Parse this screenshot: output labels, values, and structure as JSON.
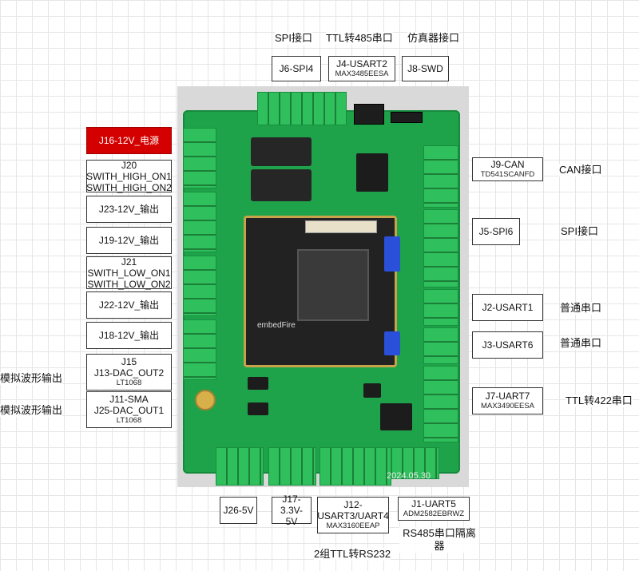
{
  "top_labels": {
    "spi": "SPI接口",
    "ttl485": "TTL转485串口",
    "swd": "仿真器接口"
  },
  "top_boxes": {
    "j6": "J6-SPI4",
    "j4_title": "J4-USART2",
    "j4_sub": "MAX3485EESA",
    "j8": "J8-SWD"
  },
  "left_boxes": {
    "j16": "J16-12V_电源",
    "j20_l1": "J20",
    "j20_l2": "SWITH_HIGH_ON1",
    "j20_l3": "SWITH_HIGH_ON2",
    "j23": "J23-12V_输出",
    "j19": "J19-12V_输出",
    "j21_l1": "J21",
    "j21_l2": "SWITH_LOW_ON1",
    "j21_l3": "SWITH_LOW_ON2",
    "j22": "J22-12V_输出",
    "j18": "J18-12V_输出",
    "j15_l1": "J15",
    "j15_l2": "J13-DAC_OUT2",
    "j15_sub": "LT1068",
    "j11_l1": "J11-SMA",
    "j11_l2": "J25-DAC_OUT1",
    "j11_sub": "LT1068"
  },
  "left_notes": {
    "analog1": "模拟波形输出",
    "analog2": "模拟波形输出"
  },
  "right_boxes": {
    "j9_title": "J9-CAN",
    "j9_sub": "TD541SCANFD",
    "j5": "J5-SPI6",
    "j2": "J2-USART1",
    "j3": "J3-USART6",
    "j7_title": "J7-UART7",
    "j7_sub": "MAX3490EESA"
  },
  "right_notes": {
    "can": "CAN接口",
    "spi": "SPI接口",
    "uart1": "普通串口",
    "uart2": "普通串口",
    "ttl422": "TTL转422串口"
  },
  "bottom_boxes": {
    "j26": "J26-5V",
    "j17_l1": "J17-",
    "j17_l2": "3.3V-5V",
    "j12_l1": "J12-",
    "j12_l2": "USART3/UART4",
    "j12_sub": "MAX3160EEAP",
    "j1_title": "J1-UART5",
    "j1_sub": "ADM2582EBRWZ"
  },
  "bottom_notes": {
    "rs485": "RS485串口隔离器",
    "rs232": "2组TTL转RS232"
  },
  "board": {
    "brand": "embedFire",
    "date": "2024.05.30"
  }
}
